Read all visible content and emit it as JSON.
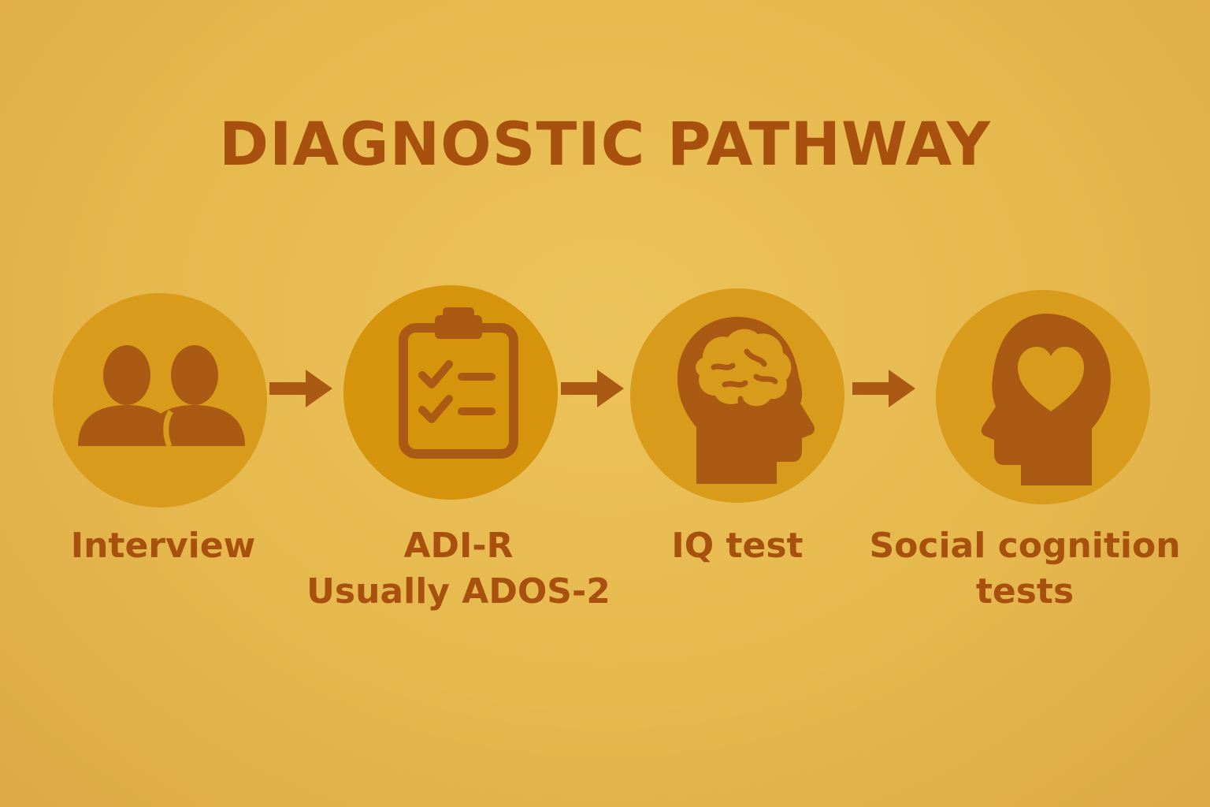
{
  "title": "DIAGNOSTIC PATHWAY",
  "colors": {
    "background": "#e6b84e",
    "circle": "#d99b1b",
    "icon": "#ab5a13",
    "text": "#a8500d"
  },
  "steps": [
    {
      "icon": "two-people-icon",
      "label_lines": [
        "Interview"
      ]
    },
    {
      "icon": "checklist-clipboard-icon",
      "label_lines": [
        "ADI-R",
        "Usually ADOS-2"
      ]
    },
    {
      "icon": "head-brain-icon",
      "label_lines": [
        "IQ test"
      ]
    },
    {
      "icon": "head-heart-icon",
      "label_lines": [
        "Social cognition",
        "tests"
      ]
    }
  ],
  "connectors": [
    "arrow-right-icon",
    "arrow-right-icon",
    "arrow-right-icon"
  ]
}
